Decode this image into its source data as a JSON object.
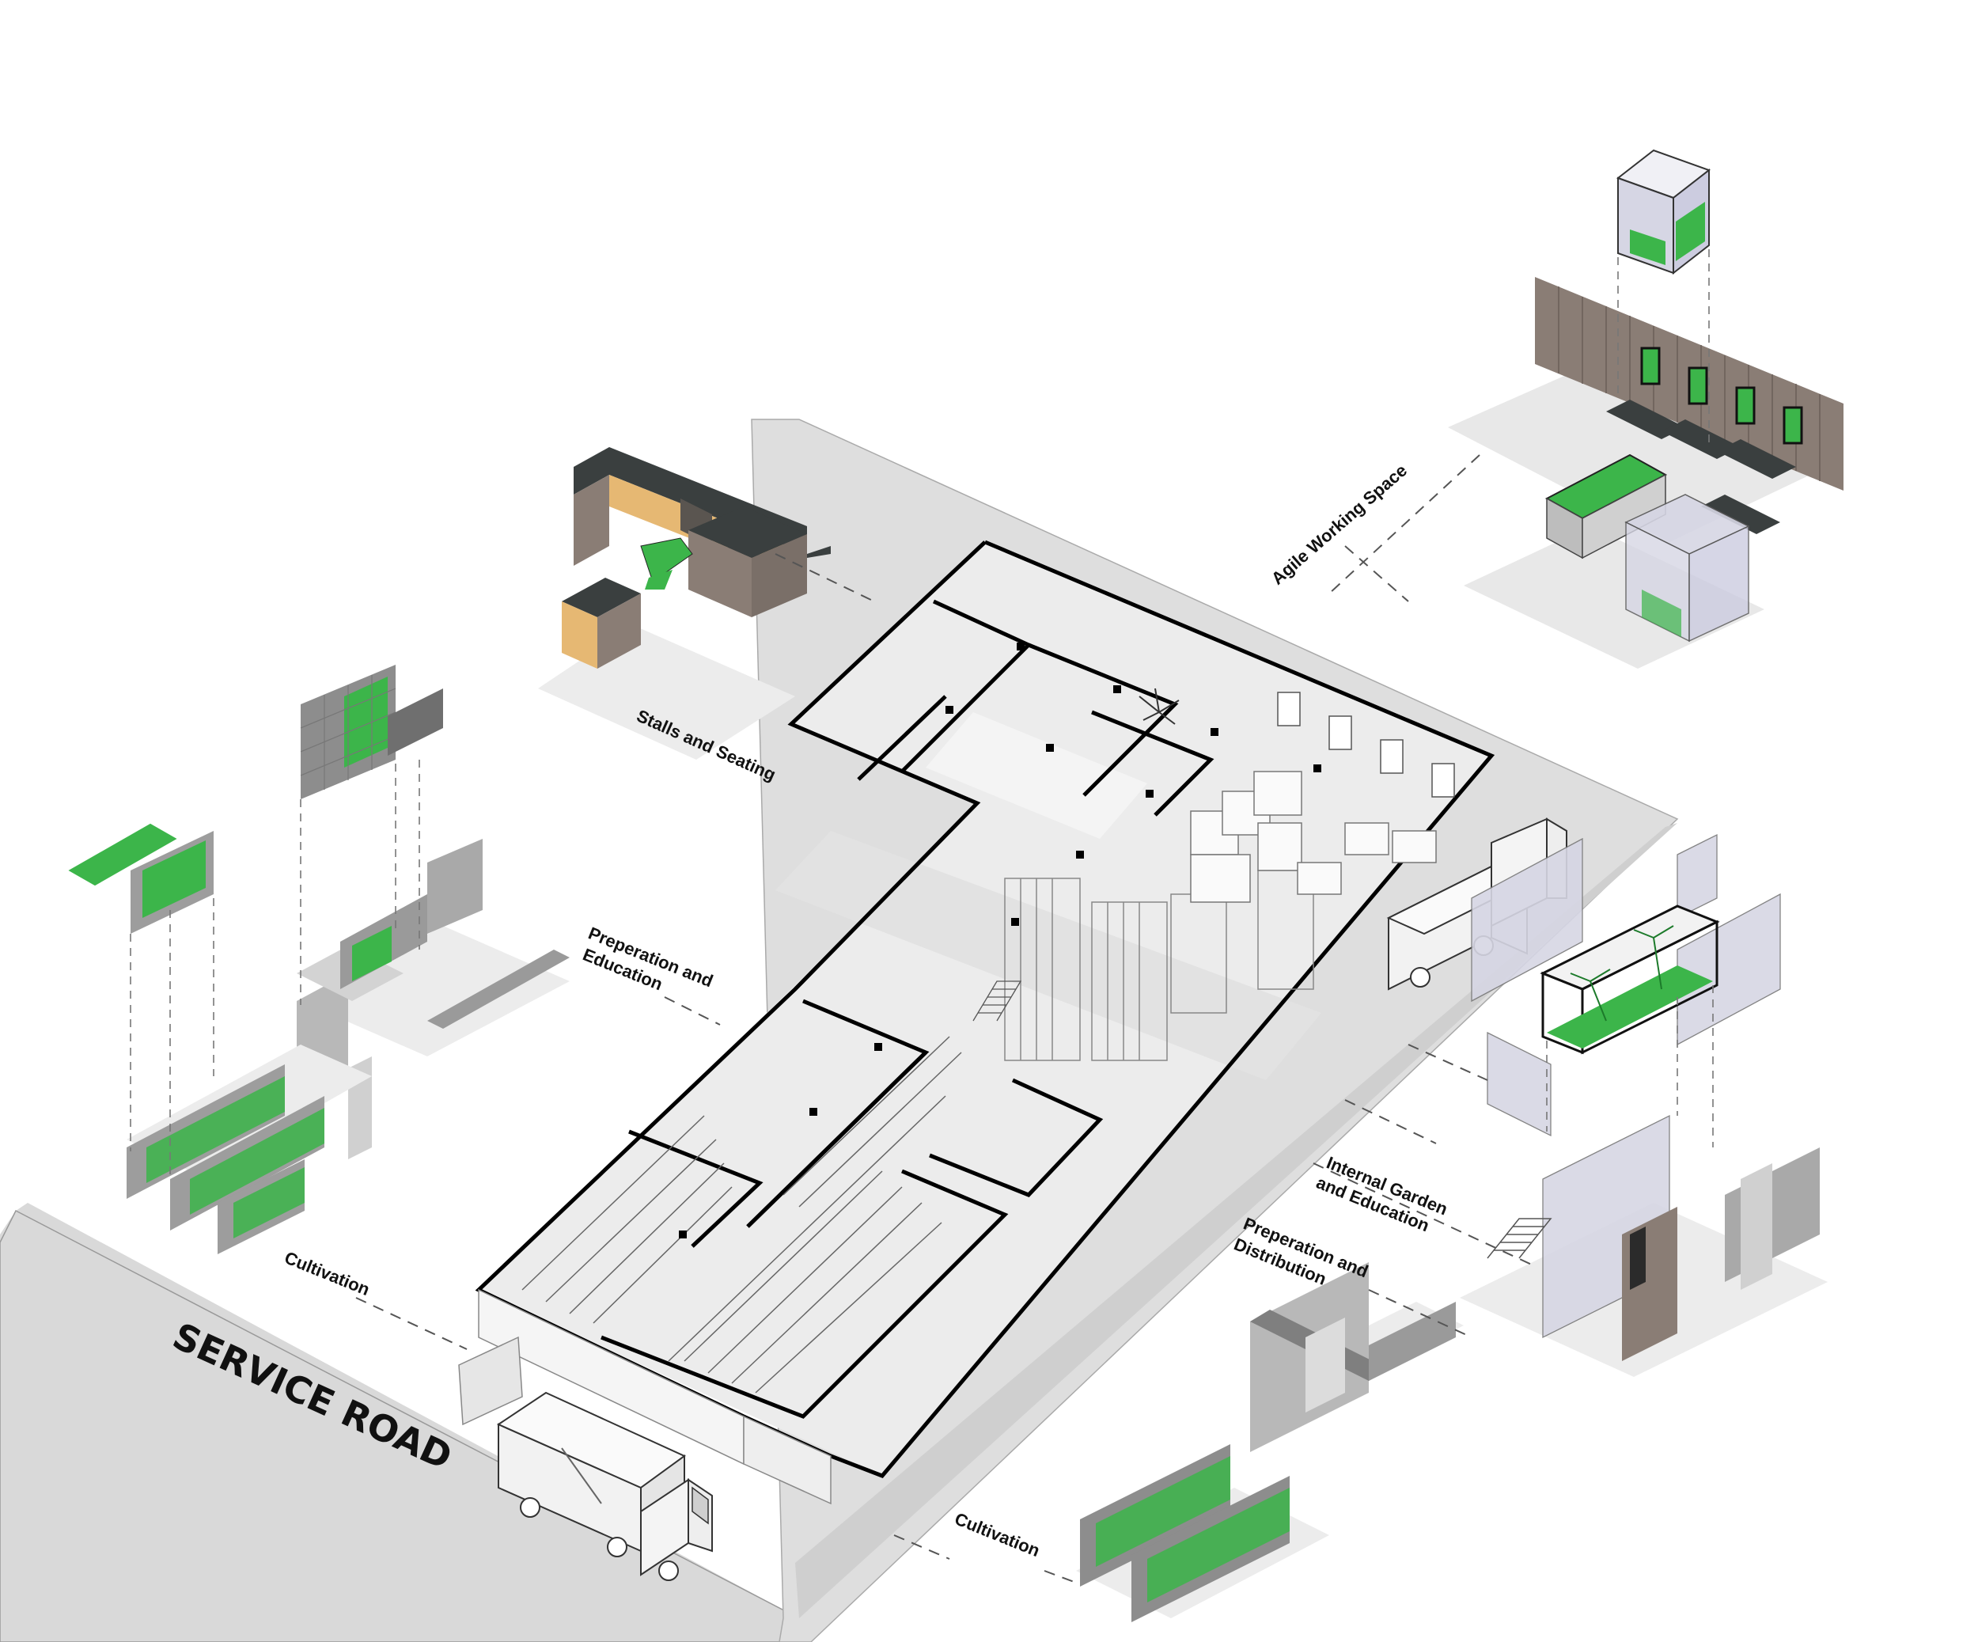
{
  "labels": {
    "service_road": "SERVICE ROAD",
    "stalls": "Stalls and Seating",
    "agile": "Agile Working Space",
    "prep_edu_left_1": "Preperation and",
    "prep_edu_left_2": "Education",
    "cultivation_left": "Cultivation",
    "internal_garden_1": "Internal Garden",
    "internal_garden_2": "and Education",
    "prep_dist_1": "Preperation and",
    "prep_dist_2": "Distribution",
    "cultivation_bottom": "Cultivation"
  },
  "colors": {
    "grow_green": "#3cb54a",
    "road_grey": "#d9d9d9",
    "floor_grey": "#ececec",
    "wall_black": "#000000",
    "timber": "#8a7d75",
    "dark_roof": "#3a3f3f",
    "glass": "#d6d6e4"
  },
  "icons": {
    "truck": "delivery-truck-icon",
    "plant": "tree-icon"
  }
}
